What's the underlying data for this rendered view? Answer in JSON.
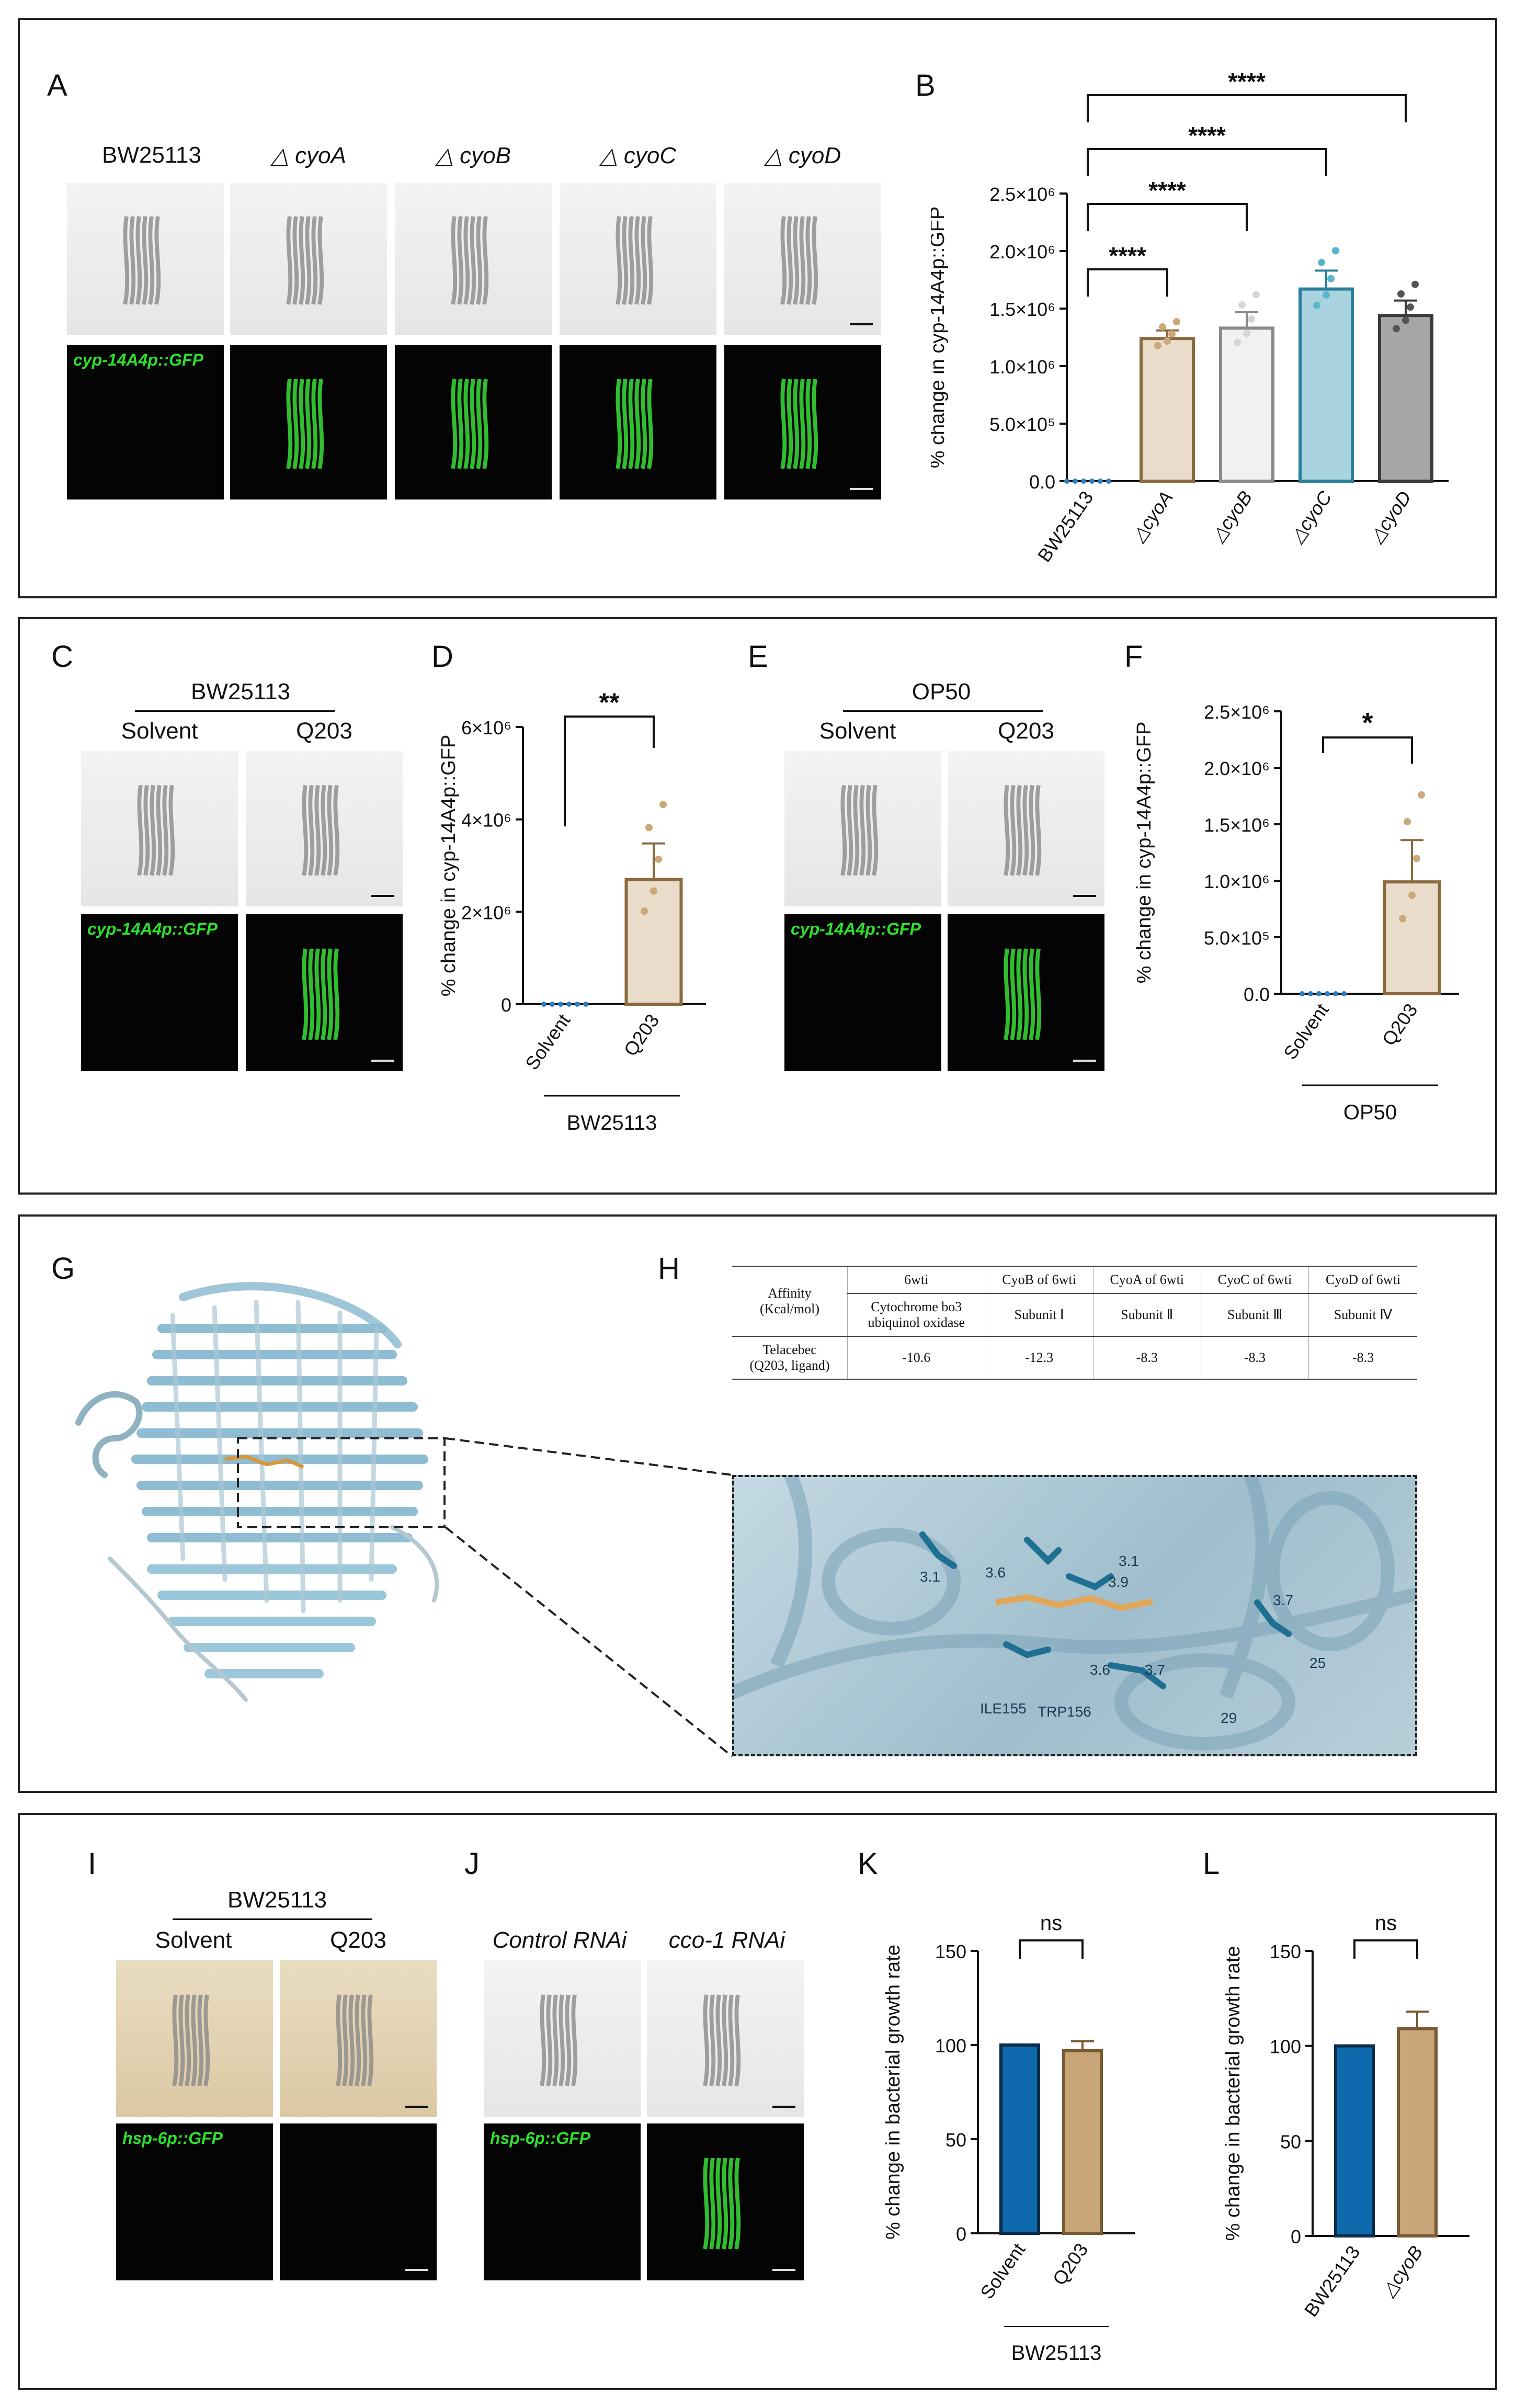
{
  "panel_labels": {
    "A": "A",
    "B": "B",
    "C": "C",
    "D": "D",
    "E": "E",
    "F": "F",
    "G": "G",
    "H": "H",
    "I": "I",
    "J": "J",
    "K": "K",
    "L": "L"
  },
  "panelA": {
    "headers": [
      "BW25113",
      "△ cyoA",
      "△ cyoB",
      "△ cyoC",
      "△ cyoD"
    ],
    "gfp_label": "cyp-14A4p::GFP"
  },
  "panelC": {
    "group": "BW25113",
    "headers": [
      "Solvent",
      "Q203"
    ],
    "gfp_label": "cyp-14A4p::GFP"
  },
  "panelE": {
    "group": "OP50",
    "headers": [
      "Solvent",
      "Q203"
    ],
    "gfp_label": "cyp-14A4p::GFP"
  },
  "panelI": {
    "group": "BW25113",
    "headers": [
      "Solvent",
      "Q203"
    ],
    "gfp_label": "hsp-6p::GFP"
  },
  "panelJ": {
    "headers": [
      "Control RNAi",
      "cco-1 RNAi"
    ],
    "gfp_label": "hsp-6p::GFP"
  },
  "table": {
    "rowhead": "Affinity\n(Kcal/mol)",
    "cols": [
      "6wti",
      "CyoB of 6wti",
      "CyoA of 6wti",
      "CyoC of 6wti",
      "CyoD of 6wti"
    ],
    "subs": [
      "Cytochrome bo3\nubiquinol oxidase",
      "Subunit Ⅰ",
      "Subunit Ⅱ",
      "Subunit Ⅲ",
      "Subunit Ⅳ"
    ],
    "ligand": "Telacebec\n(Q203, ligand)",
    "values": [
      "-10.6",
      "-12.3",
      "-8.3",
      "-8.3",
      "-8.3"
    ]
  },
  "docking_labels": [
    "3.1",
    "3.6",
    "3.1",
    "3.9",
    "3.7",
    "3.6",
    "3.7",
    "ILE155",
    "TRP156",
    "25",
    "29"
  ],
  "colors": {
    "brown": "#c9a87a",
    "white": "#ebebeb",
    "cyan": "#a9d3df",
    "gray": "#a6a6a6",
    "blue": "#0f6aad",
    "tan": "#c9a57a"
  },
  "chart_data": [
    {
      "id": "B",
      "type": "bar",
      "ylabel": "% change in cyp-14A4p::GFP",
      "categories": [
        "BW25113",
        "△cyoA",
        "△cyoB",
        "△cyoC",
        "△cyoD"
      ],
      "values": [
        0,
        1240000,
        1330000,
        1670000,
        1440000
      ],
      "errors": [
        0,
        70000,
        140000,
        160000,
        130000
      ],
      "ylim": [
        0,
        2500000
      ],
      "yticks": [
        "0.0",
        "5.0×10⁵",
        "1.0×10⁶",
        "1.5×10⁶",
        "2.0×10⁶",
        "2.5×10⁶"
      ],
      "significance": [
        "****",
        "****",
        "****",
        "****"
      ]
    },
    {
      "id": "D",
      "type": "bar",
      "ylabel": "% change in cyp-14A4p::GFP",
      "categories": [
        "Solvent",
        "Q203"
      ],
      "values": [
        0,
        2700000
      ],
      "errors": [
        0,
        780000
      ],
      "ylim": [
        0,
        6000000
      ],
      "yticks": [
        "0",
        "2×10⁶",
        "4×10⁶",
        "6×10⁶"
      ],
      "significance": [
        "**"
      ],
      "group": "BW25113"
    },
    {
      "id": "F",
      "type": "bar",
      "ylabel": "% change in cyp-14A4p::GFP",
      "categories": [
        "Solvent",
        "Q203"
      ],
      "values": [
        0,
        990000
      ],
      "errors": [
        0,
        370000
      ],
      "ylim": [
        0,
        2500000
      ],
      "yticks": [
        "0.0",
        "5.0×10⁵",
        "1.0×10⁶",
        "1.5×10⁶",
        "2.0×10⁶",
        "2.5×10⁶"
      ],
      "significance": [
        "*"
      ],
      "group": "OP50"
    },
    {
      "id": "K",
      "type": "bar",
      "ylabel": "% change in bacterial growth rate",
      "categories": [
        "Solvent",
        "Q203"
      ],
      "values": [
        100,
        97
      ],
      "errors": [
        0,
        5
      ],
      "ylim": [
        0,
        150
      ],
      "yticks": [
        "0",
        "50",
        "100",
        "150"
      ],
      "significance": [
        "ns"
      ],
      "group": "BW25113"
    },
    {
      "id": "L",
      "type": "bar",
      "ylabel": "% change in bacterial growth rate",
      "categories": [
        "BW25113",
        "△cyoB"
      ],
      "values": [
        100,
        109
      ],
      "errors": [
        0,
        9
      ],
      "ylim": [
        0,
        150
      ],
      "yticks": [
        "0",
        "50",
        "100",
        "150"
      ],
      "significance": [
        "ns"
      ]
    }
  ]
}
